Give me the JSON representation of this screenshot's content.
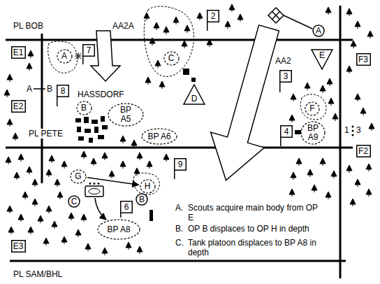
{
  "diagram": {
    "nodes": [
      {
        "text": [
          "2"
        ]
      },
      {
        "text": [
          "A"
        ]
      },
      {
        "text": [
          "7"
        ]
      },
      {
        "text": [
          "E1"
        ]
      },
      {
        "text": [
          "A"
        ]
      },
      {
        "text": [
          "C"
        ]
      },
      {
        "text": [
          "F3"
        ]
      },
      {
        "text": [
          "E"
        ]
      },
      {
        "text": [
          "3"
        ]
      },
      {
        "text": [
          "8"
        ]
      },
      {
        "text": [
          "D"
        ]
      },
      {
        "text": [
          "B"
        ]
      },
      {
        "text": [
          "E2"
        ]
      },
      {
        "text": [
          "F"
        ]
      },
      {
        "text": [
          "BP A5"
        ]
      },
      {
        "text": [
          "BP A6"
        ]
      },
      {
        "text": [
          "4"
        ]
      },
      {
        "text": [
          "BP A9"
        ]
      },
      {
        "text": [
          "F2"
        ]
      },
      {
        "text": [
          "9"
        ]
      },
      {
        "text": [
          "G"
        ]
      },
      {
        "text": [
          "H"
        ]
      },
      {
        "text": [
          "C"
        ]
      },
      {
        "text": [
          "B"
        ]
      },
      {
        "text": [
          "6"
        ]
      },
      {
        "text": [
          "BP A8"
        ]
      },
      {
        "text": [
          "E3"
        ]
      }
    ],
    "edges": [
      {
        "from": 20,
        "to": 21,
        "arrow": "to"
      }
    ],
    "labels": [
      "PL BOB",
      "AA2A",
      "AA2",
      "A",
      "B",
      "HASSDORF",
      "1",
      "3",
      "PL PETE",
      "PL SAM/BHL",
      "A.",
      "Scouts acquire main body from OP E",
      "B.",
      "OP B displaces to OP H in depth",
      "C.",
      "Tank platoon displaces to BP A8 in depth"
    ]
  }
}
